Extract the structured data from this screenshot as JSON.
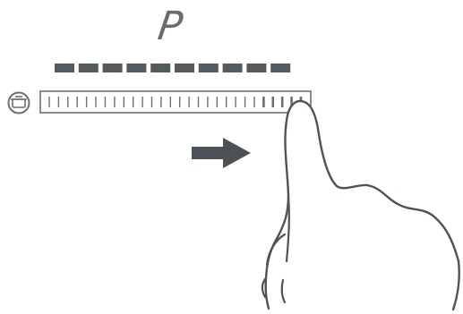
{
  "display": {
    "character": "P"
  },
  "level_indicator": {
    "segments": 10,
    "active_segments": 10
  },
  "slider": {
    "ticks": 28,
    "level": 1.0
  },
  "gesture": {
    "direction": "right"
  },
  "icons": {
    "zone": "pot-icon",
    "arrow": "arrow-right-icon",
    "hand": "finger-swipe-icon"
  },
  "colors": {
    "segment": "#555a5e",
    "outline": "#6b7075",
    "arrow": "#4b5157",
    "hand_stroke": "#4e5358"
  }
}
